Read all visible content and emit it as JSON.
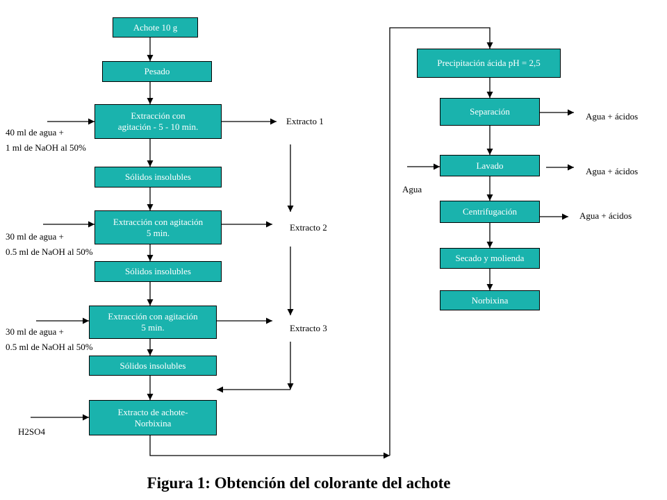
{
  "boxes": {
    "achote": "Achote 10 g",
    "pesado": "Pesado",
    "extraccion1": "Extracción  con\nagitación -    5 - 10 min.",
    "solidos1": "Sólidos insolubles",
    "extraccion2": "Extracción con agitación\n5  min.",
    "solidos2": "Sólidos insolubles",
    "extraccion3": "Extracción con agitación\n5  min.",
    "solidos3": "Sólidos insolubles",
    "extracto_achote": "Extracto de achote-\nNorbixina",
    "precipitacion": "Precipitación  ácida  pH = 2,5",
    "separacion": "Separación",
    "lavado": "Lavado",
    "centrifugacion": "Centrifugación",
    "secado": "Secado y molienda",
    "norbixina": "Norbixina"
  },
  "labels": {
    "input1": "40 ml de agua +\n1 ml de NaOH al 50%",
    "input2": "30 ml de agua +\n0.5 ml de NaOH al 50%",
    "input3": "30 ml de agua +\n0.5 ml de NaOH al 50%",
    "h2so4": "H2SO4",
    "extracto1": "Extracto 1",
    "extracto2": "Extracto 2",
    "extracto3": "Extracto 3",
    "agua": "Agua",
    "out_separacion": "Agua + ácidos",
    "out_lavado": "Agua + ácidos",
    "out_centrifugacion": "Agua + ácidos"
  },
  "caption": "Figura 1: Obtención del colorante del achote",
  "colors": {
    "box_fill": "#1ab3ad",
    "box_text": "#ffffff",
    "line": "#000000"
  }
}
